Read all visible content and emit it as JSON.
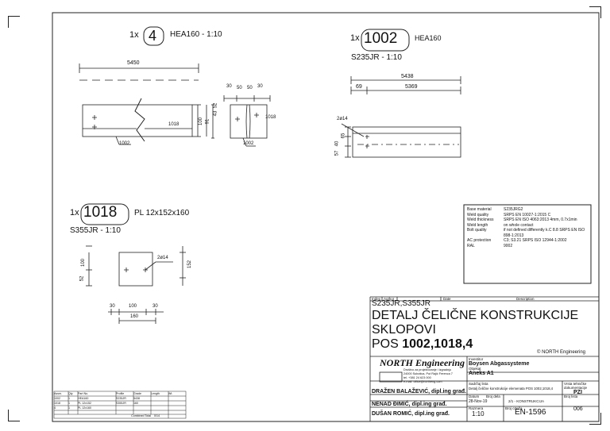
{
  "pos4": {
    "qty": "1x",
    "num": "4",
    "profile": "HEA160 - 1:10",
    "dim_length": "5450",
    "dim_30": "30",
    "dim_50a": "50",
    "dim_50b": "50",
    "dim_30b": "30",
    "dim_100": "100",
    "dim_91": "91",
    "dim_52": "52",
    "dim_43": "43",
    "tag_1018": "1018",
    "tag_1002": "1002",
    "tag_1018b": "1018",
    "tag_1002b": "1002"
  },
  "pos1002": {
    "qty": "1x",
    "num": "1002",
    "profile": "HEA160",
    "material": "S235JR - 1:10",
    "dim_5438": "5438",
    "dim_69": "69",
    "dim_5369": "5369",
    "hole": "2ø14",
    "dim_40": "40",
    "dim_65": "65",
    "dim_57": "57"
  },
  "pos1018": {
    "qty": "1x",
    "num": "1018",
    "profile": "PL 12x152x160",
    "material": "S355JR - 1:10",
    "dim_100": "100",
    "dim_52": "52",
    "hole": "2ø14",
    "dim_152": "152",
    "dim_30a": "30",
    "dim_100b": "100",
    "dim_30b": "30",
    "dim_160": "160"
  },
  "spec": [
    {
      "k": "Base material",
      "v": "S235JRG2"
    },
    {
      "k": "Weld quality",
      "v": "SRPS EN 10027-1:2015 C"
    },
    {
      "k": "Weld thickness",
      "v": "SRPS EN ISO 4063:2013 4mm, 0.7x1min"
    },
    {
      "k": "Weld length",
      "v": "on whole contact"
    },
    {
      "k": "Bolt quality",
      "v": "if not defined differently k.C 8.8 SRPS EN ISO 898-1:2013"
    },
    {
      "k": "AC protection",
      "v": "C3; S3.21 SRPS ISO 12944-1:2002"
    },
    {
      "k": "RAL",
      "v": "9002"
    }
  ],
  "rev_header": {
    "a": "Index",
    "b": "Author",
    "c": "Date",
    "d": "Description"
  },
  "title": {
    "materials": "S235JR,S355JR",
    "line1": "DETALJ ČELIČNE KONSTRUKCIJE",
    "line2": "SKLOPOVI",
    "pos_prefix": "POS ",
    "pos_numbers": "1002,1018,4",
    "copyright": "© NORTH Engineering"
  },
  "titleblock": {
    "company": "NORTH Engineering",
    "company_sub1": "Društvo za projektovanje i izgradnju",
    "company_sub2": "24000 Subotica, Put Rajić Ferenca 7",
    "company_sub3": "tel. +381 24 623 000",
    "company_sub4": "e-mail: office@northeng.com",
    "investor_label": "Investitor",
    "investor": "Boysen Abgassysteme",
    "object_label": "Objekat",
    "object": "Aneks A1",
    "draw_label": "Sadržaj lista",
    "draw_desc": "Detalj čelične konstrukcije elemenata POS 1002,1018,4",
    "phase_label": "Vrsta tehničke dokumentacije",
    "phase": "PZI",
    "p1": "DRAŽEN BALAŽEVIĆ, dipl.ing građ.",
    "p2": "NENAD ĐIMIĆ, dipl.ing građ.",
    "p3": "DUŠAN ROMIĆ, dipl.ing građ.",
    "date_label": "Datum",
    "date": "28-Nov-19",
    "part_label": "Broj dela",
    "part": "2/1 - KONSTRUKCIJA",
    "scale_label": "Razmera",
    "scale": "1:10",
    "doc_label": "Broj crteža",
    "doc": "EN-1596",
    "sheet_label": "Broj lista",
    "sheet": "006"
  },
  "bom": {
    "headers": [
      "Assm.",
      "Qty",
      "Part No.",
      "Profile",
      "Grade",
      "Length",
      "Wt.",
      "Total"
    ],
    "rows": [
      [
        "1002",
        "1",
        "HEA160",
        "S235JR",
        "5438",
        "",
        ""
      ],
      [
        "1018",
        "1",
        "PL 12x152",
        "S355JR",
        "160",
        "",
        ""
      ],
      [
        "4",
        "1",
        "PL 12x160",
        "",
        "",
        "",
        ""
      ]
    ],
    "total_label": "Combined Total",
    "total": "0/14"
  }
}
